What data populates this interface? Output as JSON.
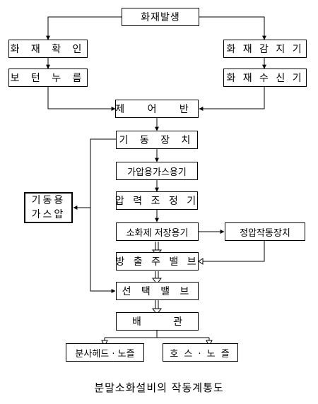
{
  "nodes": {
    "fire_occurrence": "화재발생",
    "fire_confirm": "화 재 확 인",
    "button_press": "보 턴 누 름",
    "fire_detector": "화 재 감 지 기",
    "fire_receiver": "화 재 수 신 기",
    "control_panel": "제 어 반",
    "actuator": "기 동 장 치",
    "pressurizing_gas_container": "가압용가스용기",
    "pressure_regulator": "압 력 조 정 기",
    "agent_storage_container": "소화제 저장용기",
    "constant_pressure_actuator": "정압작동장치",
    "release_main_valve": "방 출 주 밸 브",
    "selector_valve": "선 택 밸 브",
    "piping": "배  관",
    "spray_head_nozzle": "분사헤드 · 노즐",
    "hose_nozzle": "호 스 · 노 즐",
    "starting_gas_line1": "기동용",
    "starting_gas_line2": "가스압"
  },
  "caption": "분말소화설비의 작동계통도"
}
